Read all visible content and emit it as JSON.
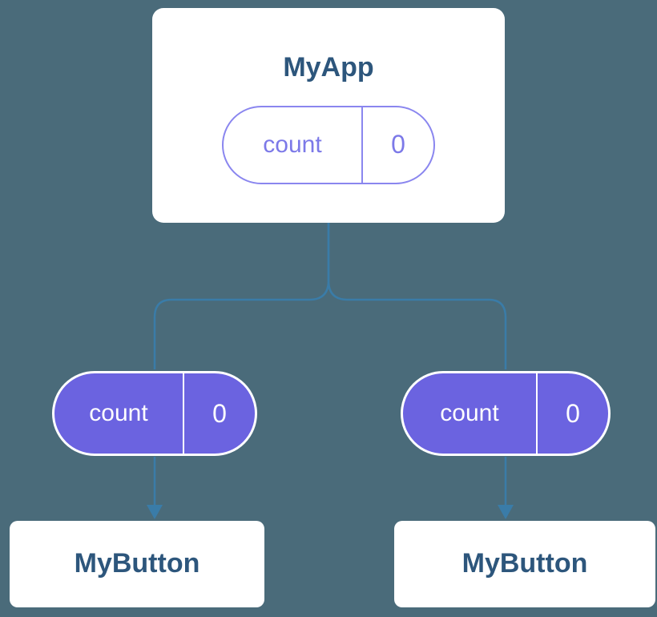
{
  "diagram": {
    "background_color": "#4a6b7a",
    "line_color": "#3a7ca8",
    "purple_fill": "#6b63e0",
    "purple_outline": "#8a86ef",
    "title_color": "#2d567c",
    "root": {
      "title": "MyApp",
      "state": {
        "label": "count",
        "value": "0"
      }
    },
    "props": [
      {
        "label": "count",
        "value": "0"
      },
      {
        "label": "count",
        "value": "0"
      }
    ],
    "children": [
      {
        "title": "MyButton"
      },
      {
        "title": "MyButton"
      }
    ]
  }
}
